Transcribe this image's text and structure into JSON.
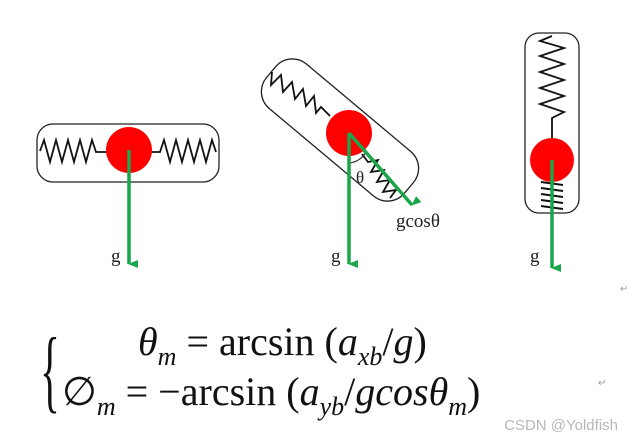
{
  "panels": [
    {
      "g_label": "g"
    },
    {
      "g_label": "g",
      "theta_label": "θ",
      "component_label": "gcosθ"
    },
    {
      "g_label": "g"
    }
  ],
  "formula": {
    "line1": {
      "lhs": "θ",
      "lhs_sub": "m",
      "eq": " = arcsin (",
      "var": "a",
      "var_sub": "xb",
      "tail": "/",
      "tail_var": "g",
      "close": ")"
    },
    "line2": {
      "lhs": "∅",
      "lhs_sub": "m",
      "eq": " = −arcsin (",
      "var": "a",
      "var_sub": "yb",
      "tail": "/",
      "tail_var": "gcosθ",
      "tail_sub": "m",
      "close": ")"
    }
  },
  "colors": {
    "ball": "#ff0000",
    "arrow": "#1aa64a",
    "outline": "#222222"
  },
  "watermark": "CSDN @Yoldfish",
  "para_mark": "↵"
}
